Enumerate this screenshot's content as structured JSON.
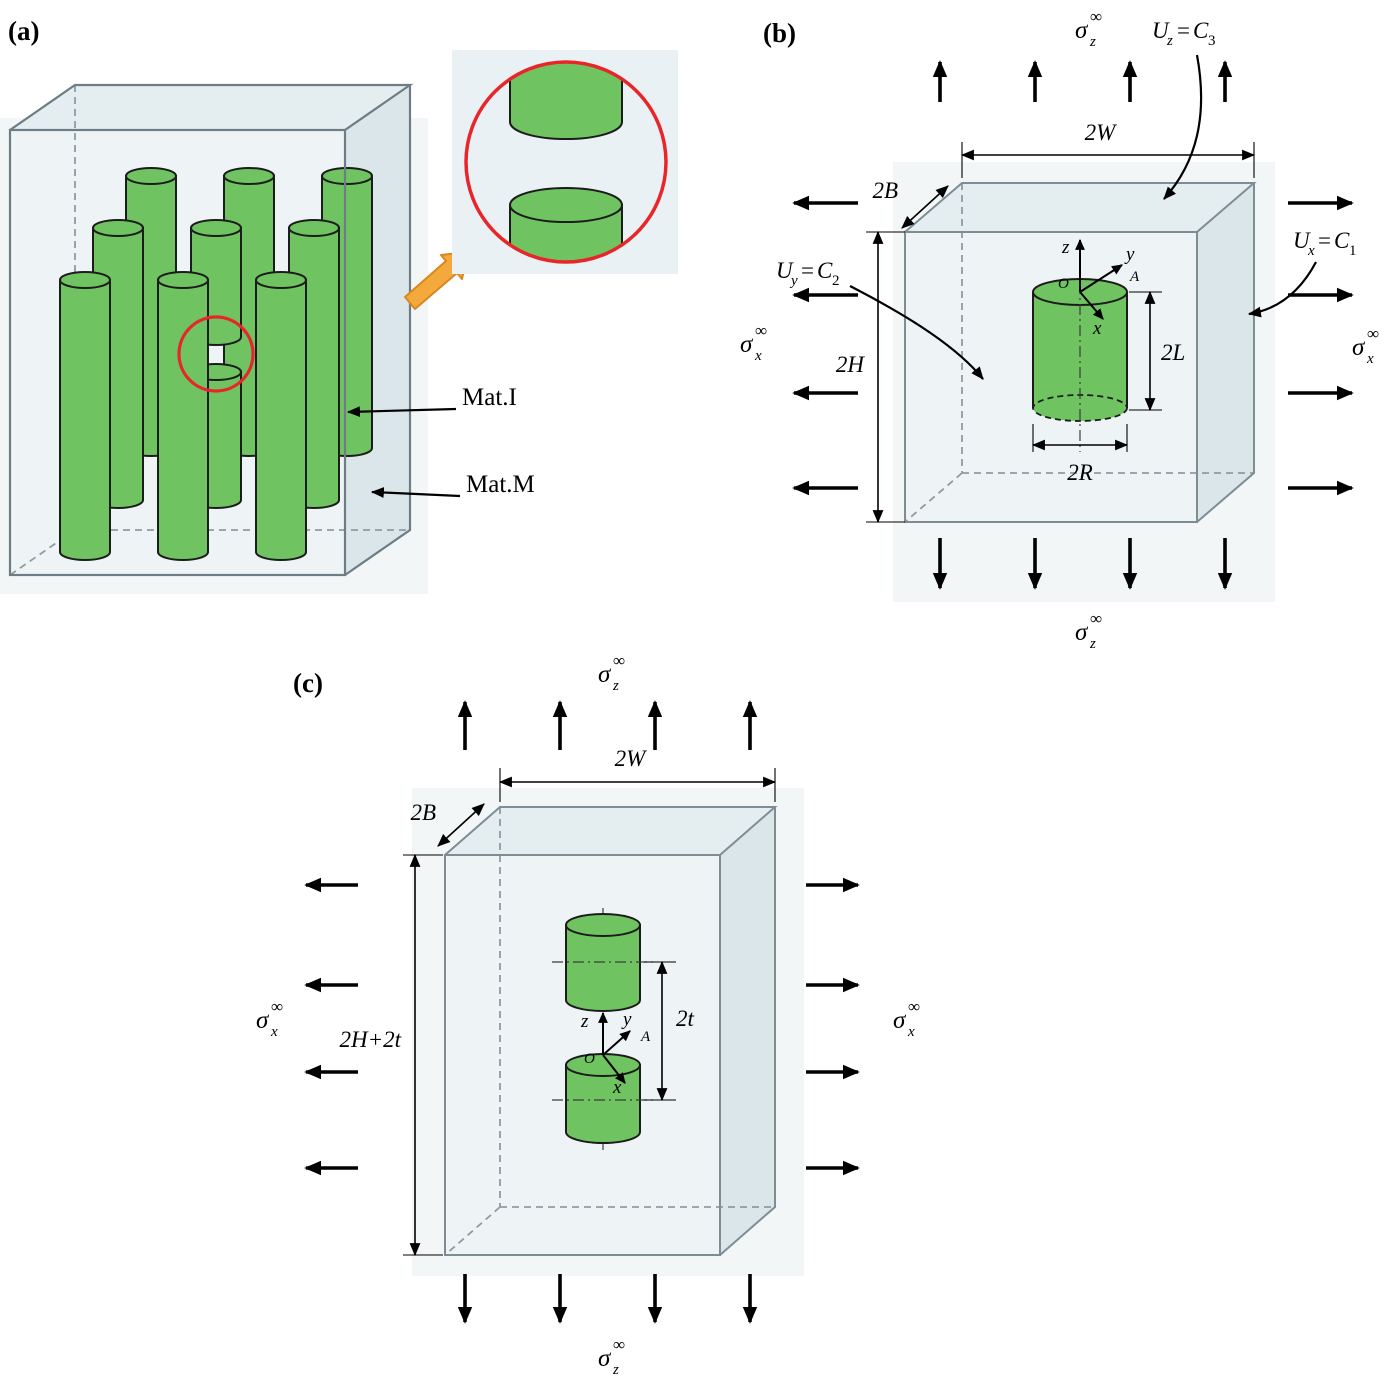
{
  "colors": {
    "fiber_green": "#6fc361",
    "fiber_outline": "#1c1c1c",
    "box_fill_front": "#eef4f6",
    "box_fill_top": "#e4edf0",
    "box_fill_side": "#dbe6ea",
    "box_edge": "#7e8d94",
    "highlight_red": "#e8262a",
    "callout_orange": "#f3a93c",
    "annotation_black": "#000000",
    "backdrop": "#f3f6f7"
  },
  "panel_a": {
    "label": "(a)",
    "mat_fiber": "Mat.I",
    "mat_matrix": "Mat.M"
  },
  "panel_b": {
    "label": "(b)",
    "stress_z": {
      "base": "σ",
      "sub": "z",
      "sup": "∞"
    },
    "stress_x": {
      "base": "σ",
      "sub": "x",
      "sup": "∞"
    },
    "bc_top": {
      "var": "U",
      "var_sub": "z",
      "eq": "=",
      "const": "C",
      "const_sub": "3"
    },
    "bc_right": {
      "var": "U",
      "var_sub": "x",
      "eq": "=",
      "const": "C",
      "const_sub": "1"
    },
    "bc_left": {
      "var": "U",
      "var_sub": "y",
      "eq": "=",
      "const": "C",
      "const_sub": "2"
    },
    "dim_width": "2W",
    "dim_depth": "2B",
    "dim_height": "2H",
    "dim_fiber_length": "2L",
    "dim_fiber_diameter": "2R",
    "axes": {
      "x": "x",
      "y": "y",
      "z": "z",
      "origin": "O",
      "point": "A"
    }
  },
  "panel_c": {
    "label": "(c)",
    "stress_z": {
      "base": "σ",
      "sub": "z",
      "sup": "∞"
    },
    "stress_x": {
      "base": "σ",
      "sub": "x",
      "sup": "∞"
    },
    "dim_width": "2W",
    "dim_depth": "2B",
    "dim_height": "2H+2t",
    "dim_gap": "2t",
    "axes": {
      "x": "x",
      "y": "y",
      "z": "z",
      "origin": "O",
      "point": "A"
    }
  }
}
